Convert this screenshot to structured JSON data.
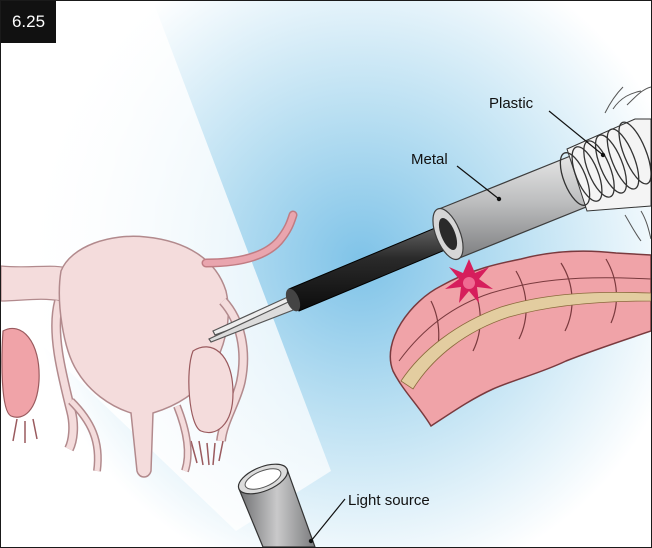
{
  "figure": {
    "number": "6.25",
    "labels": {
      "plastic": "Plastic",
      "metal": "Metal",
      "light_source": "Light source"
    }
  },
  "colors": {
    "background_glow": "#a9d7ee",
    "tissue_pink": "#f0a3a8",
    "uterus_pink": "#f4dcdc",
    "metal_gray": "#b8b9ba",
    "shaft_black": "#222222",
    "spark_magenta": "#d61e5c",
    "mesentery_tan": "#e3cda0"
  }
}
